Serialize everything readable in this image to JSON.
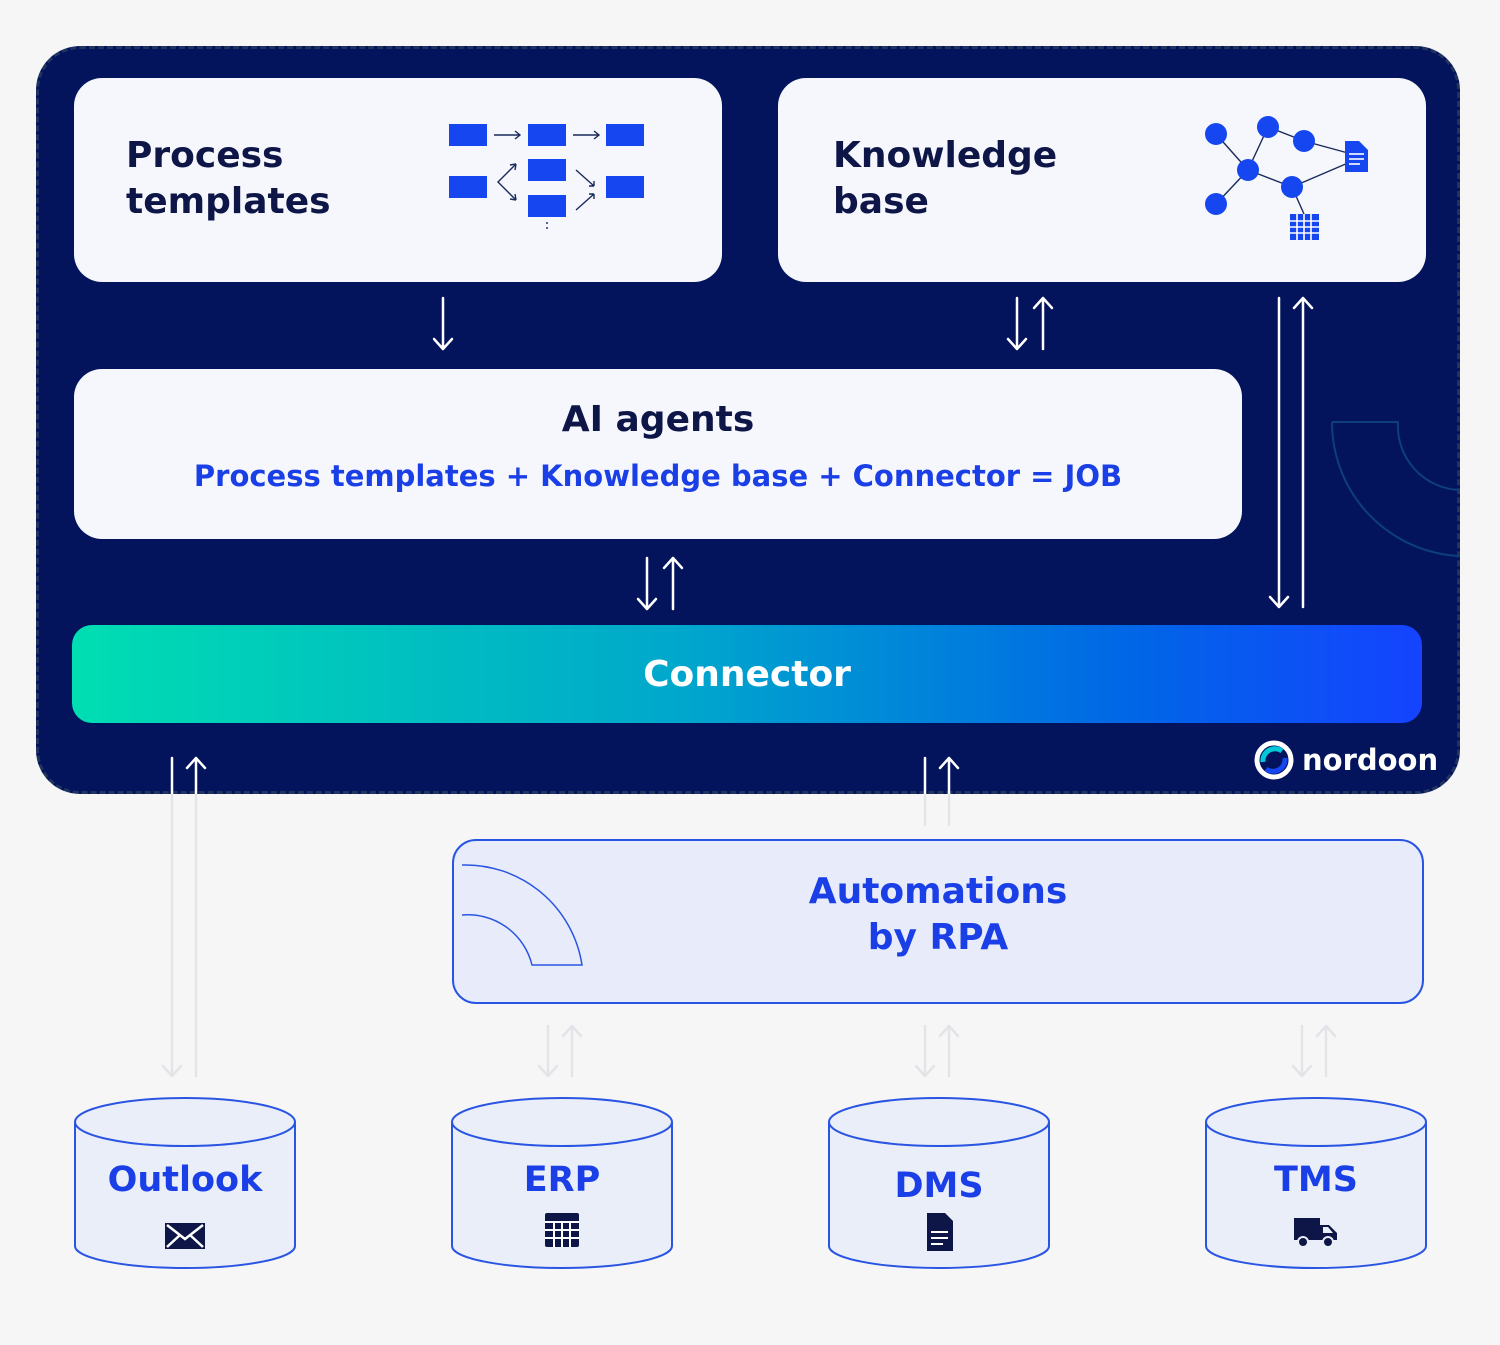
{
  "platform": {
    "process_templates": {
      "title": "Process\ntemplates"
    },
    "knowledge_base": {
      "title": "Knowledge\nbase"
    },
    "ai_agents": {
      "title": "AI agents",
      "formula": "Process templates + Knowledge base + Connector = JOB"
    },
    "connector": {
      "label": "Connector"
    },
    "brand": {
      "name": "nordoon"
    }
  },
  "automations": {
    "title": "Automations\nby RPA"
  },
  "systems": [
    {
      "label": "Outlook",
      "icon": "envelope-icon"
    },
    {
      "label": "ERP",
      "icon": "table-icon"
    },
    {
      "label": "DMS",
      "icon": "document-icon"
    },
    {
      "label": "TMS",
      "icon": "truck-icon"
    }
  ],
  "colors": {
    "platform_bg": "#03145c",
    "card_bg": "#f5f7fd",
    "accent_blue": "#1a3fe6",
    "connector_gradient_start": "#00deb2",
    "connector_gradient_end": "#1543ff",
    "automations_bg": "#e8ecfa"
  }
}
